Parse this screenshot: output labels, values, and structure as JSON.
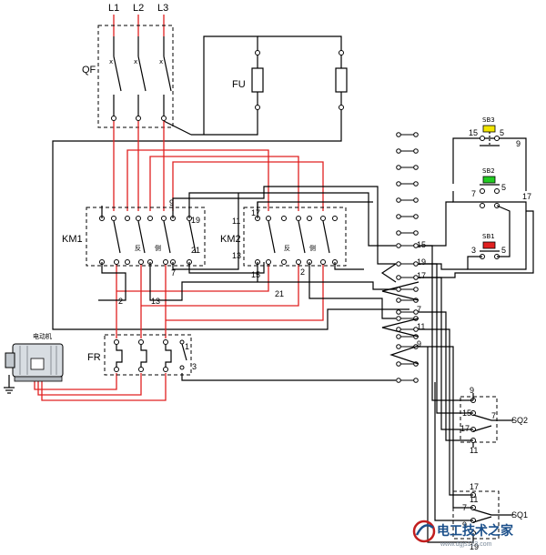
{
  "labels": {
    "l1": "L1",
    "l2": "L2",
    "l3": "L3",
    "qf": "QF",
    "fu": "FU",
    "km1": "KM1",
    "km2": "KM2",
    "fr": "FR",
    "motor": "电动机",
    "sb1": "SB1",
    "sb2": "SB2",
    "sb3": "SB3",
    "sq1": "SQ1",
    "sq2": "SQ2",
    "km1_aux_a": "反",
    "km1_aux_b": "侧",
    "km2_aux_a": "反",
    "km2_aux_b": "侧"
  },
  "wire_numbers": {
    "km1_19": "19",
    "km1_9": "9",
    "km1_21": "21",
    "km1_7": "7",
    "km1_2": "2",
    "km1_13": "13",
    "km2_11": "11",
    "km2_17": "17",
    "km2_13": "13",
    "km2_15": "15",
    "km2_2": "2",
    "km2_21": "21",
    "fr_1": "1",
    "fr_3": "3",
    "sb3_15": "15",
    "sb3_9": "9",
    "sb2_7": "7",
    "sb2_5": "5",
    "sb2_17": "17",
    "sb1_3": "3",
    "sb1_5": "5",
    "tb_15": "15",
    "tb_19": "19",
    "tb_17": "17",
    "tb_7": "7",
    "tb_11": "11",
    "tb_9": "9",
    "sq2_9": "9",
    "sq2_15": "15",
    "sq2_17": "17",
    "sq2_7": "7",
    "sq2_11": "11",
    "sq1_17": "17",
    "sq1_11": "11",
    "sq1_7": "7",
    "sq1_9": "9",
    "sq1_19": "19"
  },
  "watermark": {
    "title": "电工技术之家",
    "sub": "www.dgjs123.com"
  },
  "colors": {
    "button_sb3": "#f2e600",
    "button_sb2": "#22cc22",
    "button_sb1": "#e02020",
    "power_wire": "#e02020"
  }
}
